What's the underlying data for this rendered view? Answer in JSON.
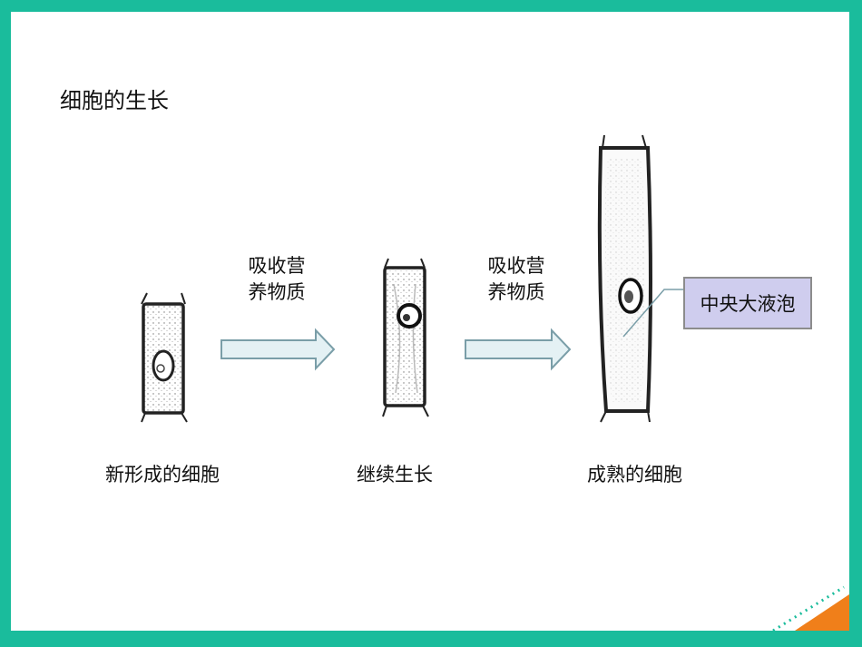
{
  "slide": {
    "title": "细胞的生长",
    "arrows": [
      {
        "line1": "吸收营",
        "line2": "养物质"
      },
      {
        "line1": "吸收营",
        "line2": "养物质"
      }
    ],
    "captions": [
      "新形成的细胞",
      "继续生长",
      "成熟的细胞"
    ],
    "callout": "中央大液泡",
    "colors": {
      "frame": "#1abc9c",
      "arrow_fill": "#e4f1f4",
      "arrow_stroke": "#7a9ea8",
      "callout_fill": "#cfcdee",
      "corner_accent": "#f07f1a"
    }
  }
}
